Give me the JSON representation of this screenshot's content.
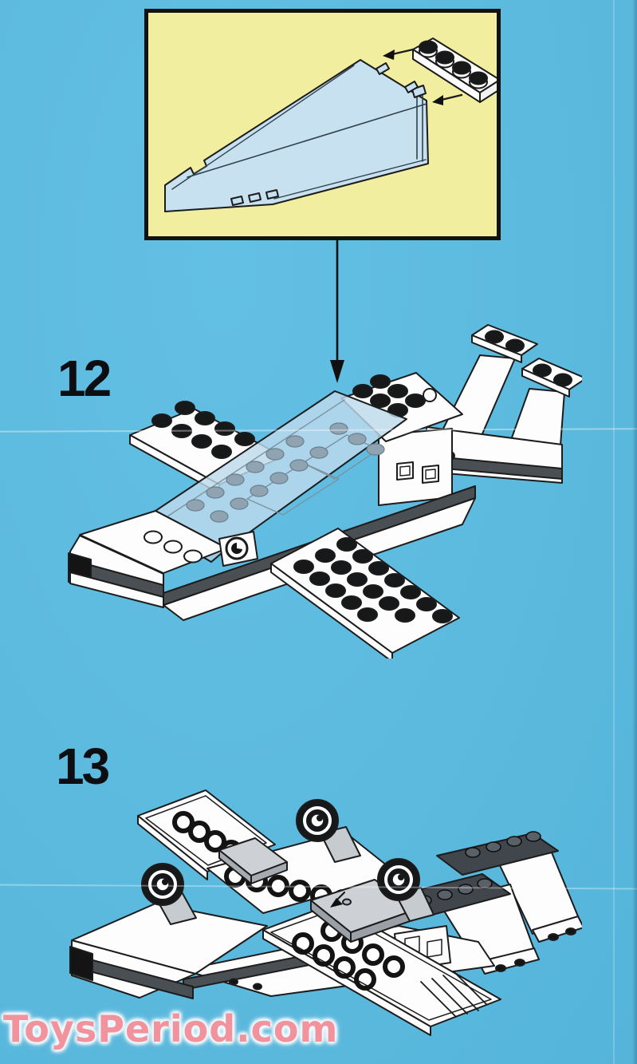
{
  "page": {
    "kind": "lego-instruction-scan",
    "background_color": "#5cbade"
  },
  "callout": {
    "background_color": "#f1ee9f",
    "border_color": "#121212",
    "parts": [
      "transparent-windscreen-wedge",
      "black-stud-1x4-plate"
    ]
  },
  "steps": [
    {
      "label": "12"
    },
    {
      "label": "13"
    }
  ],
  "watermark": {
    "text": "ToysPeriod.com",
    "color": "#f2929d"
  },
  "colors": {
    "canopy_tint": "#bdd9ec",
    "fuselage_stripe": "#4a4f54",
    "plate_gray": "#cdd1d6",
    "line_ink": "#1c1c1c",
    "stud_black": "#17181a"
  }
}
